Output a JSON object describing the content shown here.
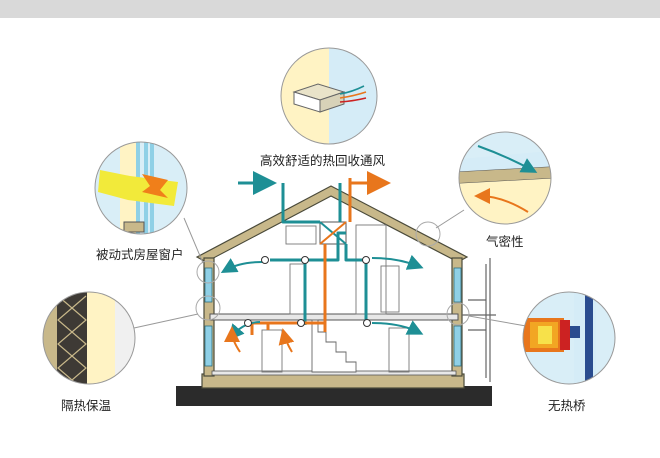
{
  "labels": {
    "heat_recovery": "高效舒适的热回收通风",
    "passive_window": "被动式房屋窗户",
    "airtight": "气密性",
    "insulation": "隔热保温",
    "no_thermal_bridge": "无热桥"
  },
  "colors": {
    "wall": "#c8b88a",
    "wall_outline": "#4a4a3a",
    "duct_teal": "#1e8f95",
    "duct_orange": "#e8761c",
    "glass": "#8fd0e6",
    "ground": "#2b2b2b",
    "callout_bg": "#fff3c4"
  },
  "icons": [
    "heat-recovery-unit-icon",
    "window-frame-icon",
    "airtight-seal-icon",
    "insulation-layer-icon",
    "thermal-bridge-icon",
    "fan-icon"
  ]
}
